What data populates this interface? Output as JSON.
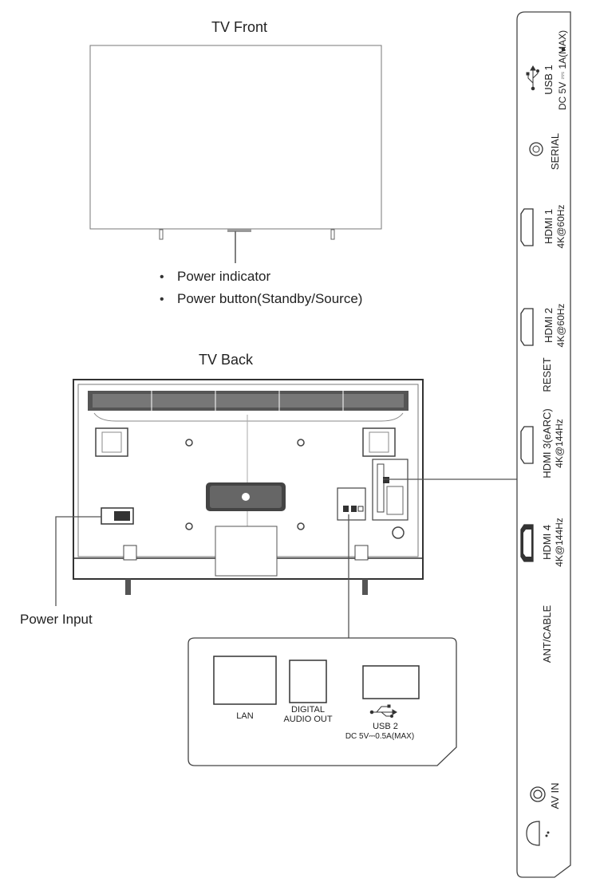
{
  "front": {
    "title": "TV Front",
    "bullet_1": "Power indicator",
    "bullet_2": "Power button(Standby/Source)"
  },
  "back": {
    "title": "TV Back",
    "power_input": "Power Input"
  },
  "panel_labels": {
    "usb1_name": "USB 1",
    "usb1_spec": "DC 5V ⎓ 1A(MAX)",
    "serial": "SERIAL",
    "hdmi1_name": "HDMI 1",
    "hdmi1_spec": "4K@60Hz",
    "hdmi2_name": "HDMI 2",
    "hdmi2_spec": "4K@60Hz",
    "reset": "RESET",
    "hdmi3_name": "HDMI 3(eARC)",
    "hdmi3_spec": "4K@144Hz",
    "hdmi4_name": "HDMI 4",
    "hdmi4_spec": "4K@144Hz",
    "ant": "ANT/CABLE",
    "av": "AV IN"
  },
  "callout": {
    "lan": "LAN",
    "digital_1": "DIGITAL",
    "digital_2": "AUDIO OUT",
    "usb2_name": "USB 2",
    "usb2_spec": "DC 5V⎓0.5A(MAX)"
  },
  "colors": {
    "line": "#555555",
    "dark": "#333333",
    "fill_gray": "#d9d9d9"
  }
}
